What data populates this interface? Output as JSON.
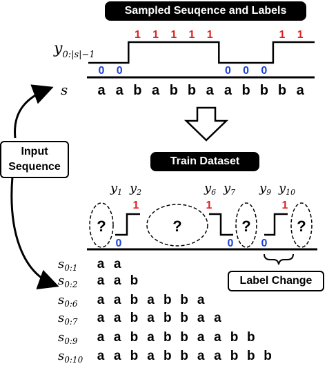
{
  "titles": {
    "top": "Sampled Seuqence and  Labels",
    "train": "Train Dataset"
  },
  "labels": {
    "y_seq_main": "y",
    "y_seq_sub": "0:|s|−1",
    "s_label": "s",
    "input_sequence_line1": "Input",
    "input_sequence_line2": "Sequence",
    "label_change": "Label Change",
    "unknown": "?"
  },
  "sequence": [
    "a",
    "a",
    "b",
    "a",
    "b",
    "b",
    "a",
    "a",
    "b",
    "b",
    "b",
    "a"
  ],
  "labels_sequence": [
    "0",
    "0",
    "1",
    "1",
    "1",
    "1",
    "1",
    "0",
    "0",
    "0",
    "1",
    "1"
  ],
  "train_labels": {
    "y_names": [
      {
        "main": "y",
        "sub": "1"
      },
      {
        "main": "y",
        "sub": "2"
      },
      {
        "main": "y",
        "sub": "6"
      },
      {
        "main": "y",
        "sub": "7"
      },
      {
        "main": "y",
        "sub": "9"
      },
      {
        "main": "y",
        "sub": "10"
      }
    ],
    "values": [
      "0",
      "1",
      "1",
      "0",
      "0",
      "1"
    ]
  },
  "subsequences": [
    {
      "main": "s",
      "sub": "0:1",
      "chars": [
        "a",
        "a"
      ]
    },
    {
      "main": "s",
      "sub": "0:2",
      "chars": [
        "a",
        "a",
        "b"
      ]
    },
    {
      "main": "s",
      "sub": "0:6",
      "chars": [
        "a",
        "a",
        "b",
        "a",
        "b",
        "b",
        "a"
      ]
    },
    {
      "main": "s",
      "sub": "0:7",
      "chars": [
        "a",
        "a",
        "b",
        "a",
        "b",
        "b",
        "a",
        "a"
      ]
    },
    {
      "main": "s",
      "sub": "0:9",
      "chars": [
        "a",
        "a",
        "b",
        "a",
        "b",
        "b",
        "a",
        "a",
        "b",
        "b"
      ]
    },
    {
      "main": "s",
      "sub": "0:10",
      "chars": [
        "a",
        "a",
        "b",
        "a",
        "b",
        "b",
        "a",
        "a",
        "b",
        "b",
        "b"
      ]
    }
  ],
  "colors": {
    "one": "#e02020",
    "zero": "#1a3fd6",
    "ink": "#000000"
  }
}
